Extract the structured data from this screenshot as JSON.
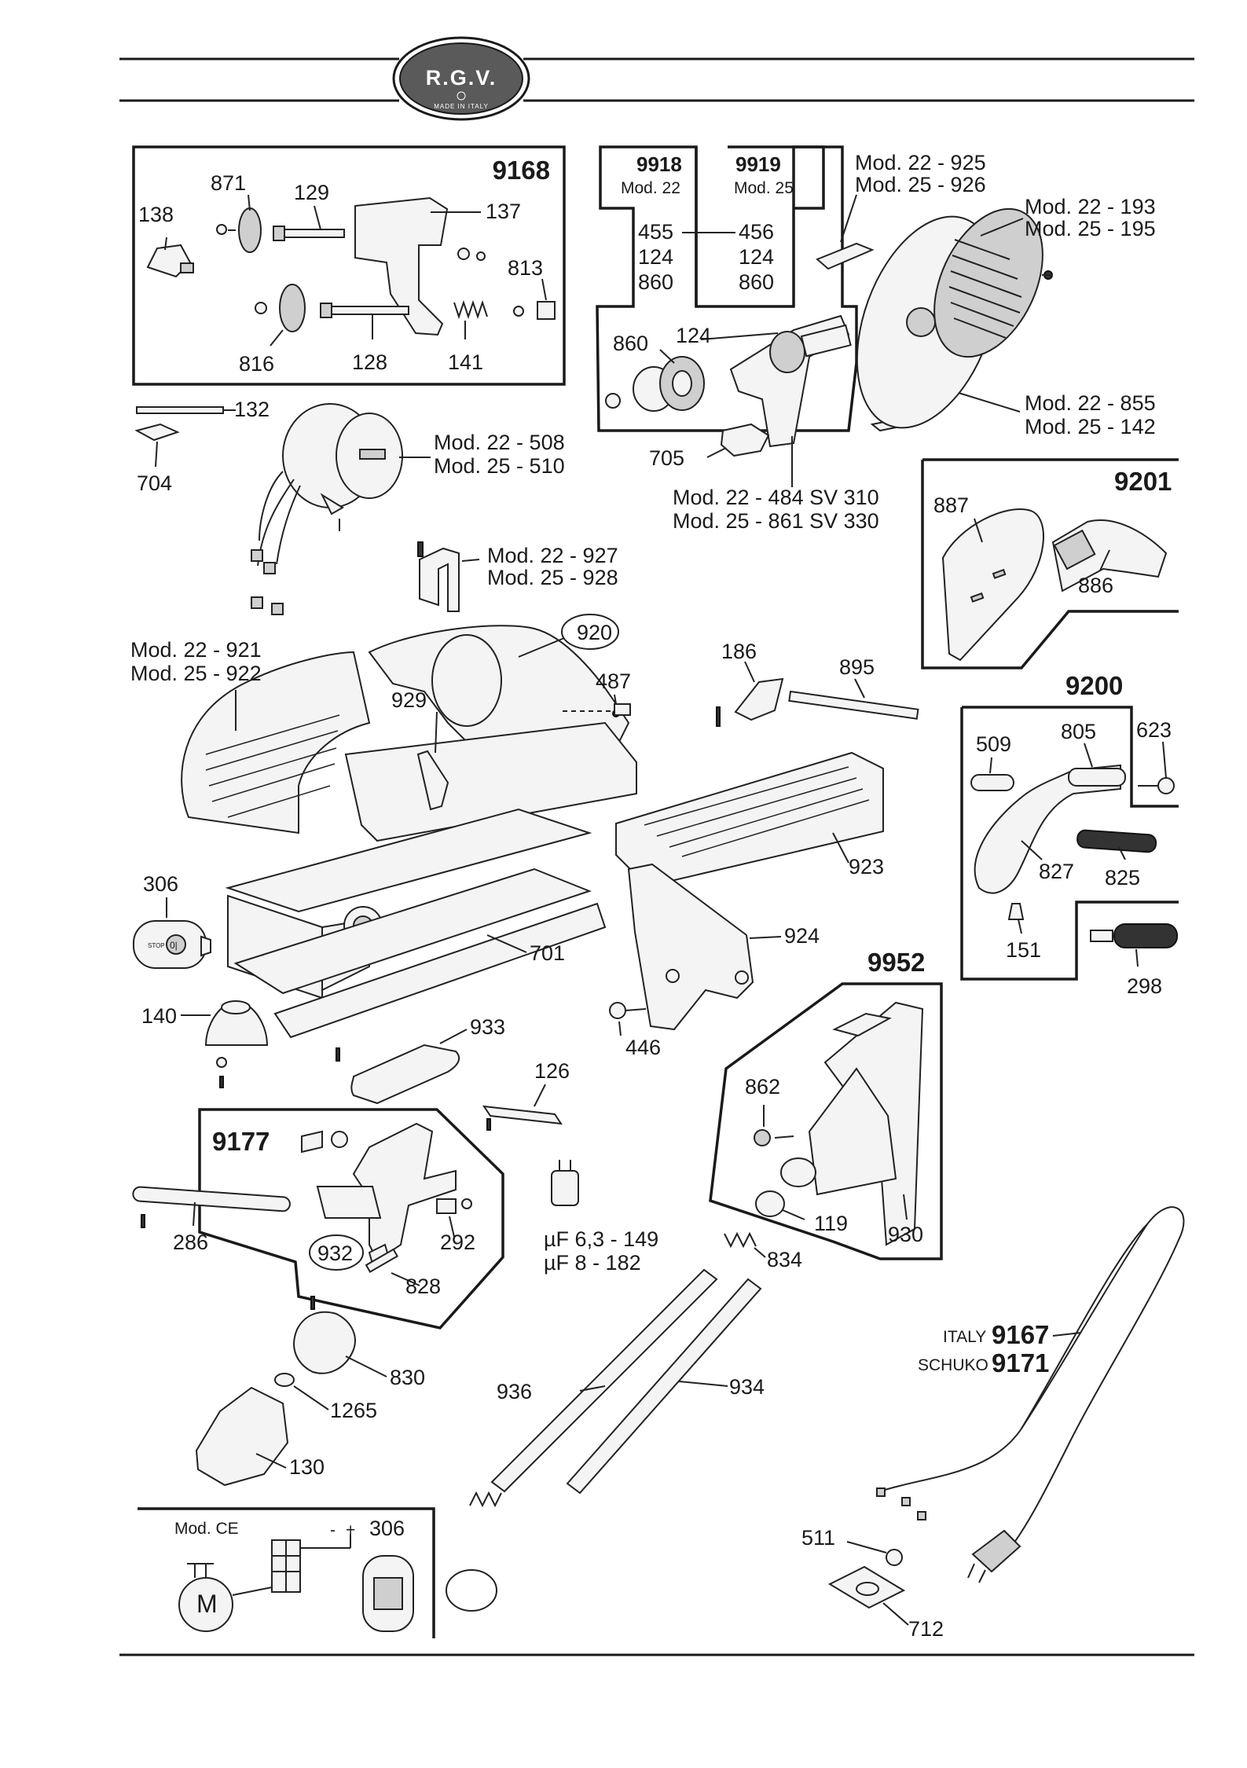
{
  "logo": {
    "text": "R.G.V.",
    "subtitle": "MADE IN ITALY"
  },
  "groups": {
    "g9168": "9168",
    "g9918": "9918",
    "g9918_mod": "Mod. 22",
    "g9919": "9919",
    "g9919_mod": "Mod. 25",
    "g9201": "9201",
    "g9200": "9200",
    "g9952": "9952",
    "g9177": "9177",
    "g9167": "9167",
    "g9167_prefix": "ITALY",
    "g9171": "9171",
    "g9171_prefix": "SCHUKO"
  },
  "labels": {
    "p871": "871",
    "p129": "129",
    "p137": "137",
    "p138": "138",
    "p813": "813",
    "p816": "816",
    "p128": "128",
    "p141": "141",
    "p455": "455",
    "p456": "456",
    "p124a": "124",
    "p124b": "124",
    "p860a": "860",
    "p860b": "860",
    "p860c": "860",
    "p124c": "124",
    "p705": "705",
    "p484_1": "Mod. 22 - 484 SV 310",
    "p484_2": "Mod. 25 - 861 SV 330",
    "p925_1": "Mod. 22 - 925",
    "p925_2": "Mod. 25 - 926",
    "p193_1": "Mod. 22 - 193",
    "p193_2": "Mod. 25 - 195",
    "p855_1": "Mod. 22 - 855",
    "p855_2": "Mod. 25 - 142",
    "p132": "132",
    "p704": "704",
    "p508_1": "Mod. 22 - 508",
    "p508_2": "Mod. 25 - 510",
    "p927_1": "Mod. 22 - 927",
    "p927_2": "Mod. 25 - 928",
    "p887": "887",
    "p886": "886",
    "p921_1": "Mod. 22 - 921",
    "p921_2": "Mod. 25 - 922",
    "p920": "920",
    "p929": "929",
    "p487": "487",
    "p186": "186",
    "p895": "895",
    "p509": "509",
    "p805": "805",
    "p623": "623",
    "p827": "827",
    "p825": "825",
    "p151": "151",
    "p298": "298",
    "p923": "923",
    "p306a": "306",
    "p701": "701",
    "p924": "924",
    "p140": "140",
    "p933": "933",
    "p446": "446",
    "p126": "126",
    "p862": "862",
    "p286": "286",
    "p932": "932",
    "p292": "292",
    "p828": "828",
    "p119": "119",
    "p930": "930",
    "p149": "µF 6,3 - 149",
    "p182": "µF    8 - 182",
    "p834": "834",
    "p830": "830",
    "p1265": "1265",
    "p130": "130",
    "p936": "936",
    "p934": "934",
    "modce": "Mod. CE",
    "p306b": "306",
    "p511": "511",
    "p712": "712"
  },
  "switch_text": {
    "stop": "STOP",
    "on": "0|"
  },
  "motor_symbol": "M",
  "wiring_marks": {
    "minus": "-",
    "plus": "+"
  }
}
